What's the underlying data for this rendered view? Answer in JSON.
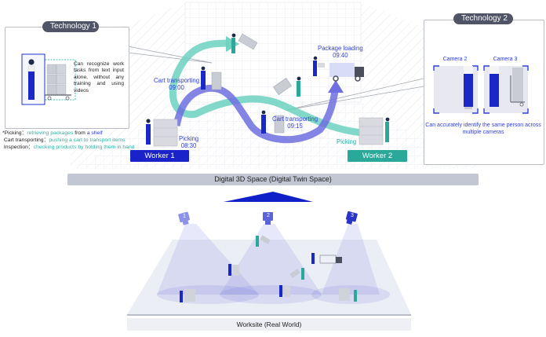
{
  "technology1": {
    "title": "Technology 1",
    "description": "Can recognize work tasks from text input alone, without any training and using videos"
  },
  "technology2": {
    "title": "Technology 2",
    "camera_labels": [
      "Camera 2",
      "Camera 3"
    ],
    "description": "Can accurately identify the same person across multiple cameras"
  },
  "legend": [
    {
      "term": "*Picking：",
      "parts": [
        {
          "text": "retrieving packages",
          "style": "hl"
        },
        {
          "text": " from ",
          "style": ""
        },
        {
          "text": "a shelf",
          "style": "hlb"
        }
      ]
    },
    {
      "term": "Cart transporting：",
      "parts": [
        {
          "text": "pushing a cart to transport items",
          "style": "hl"
        }
      ]
    },
    {
      "term": "Inspection：",
      "parts": [
        {
          "text": "checking products",
          "style": "hl"
        },
        {
          "text": "  by holding them in hand",
          "style": "hl"
        }
      ]
    }
  ],
  "digital_space": {
    "title": "Digital 3D Space (Digital Twin Space)",
    "events": {
      "picking_w1": {
        "label": "Picking",
        "time": "08:30"
      },
      "cart_transport_0900": {
        "label": "Cart transporting",
        "time": "09:00"
      },
      "cart_transport_0915": {
        "label": "Cart transporting",
        "time": "09:15"
      },
      "package_loading": {
        "label": "Package loading",
        "time": "09:40"
      },
      "picking_w2": {
        "label": "Picking"
      }
    },
    "workers": [
      {
        "label": "Worker 1",
        "color": "#1a23c9"
      },
      {
        "label": "Worker 2",
        "color": "#2aa99a"
      }
    ]
  },
  "worksite": {
    "title": "Worksite (Real World)",
    "cameras": [
      {
        "id": "1",
        "color": "#8c93e6"
      },
      {
        "id": "2",
        "color": "#5a63da"
      },
      {
        "id": "3",
        "color": "#2b34c8"
      }
    ]
  },
  "colors": {
    "worker1_path": "#6f6fe0",
    "worker2_path": "#6cd1bf",
    "pill": "#4f5566",
    "space_bar": "#c3c7d3",
    "arrow_up": "#1020c8"
  }
}
